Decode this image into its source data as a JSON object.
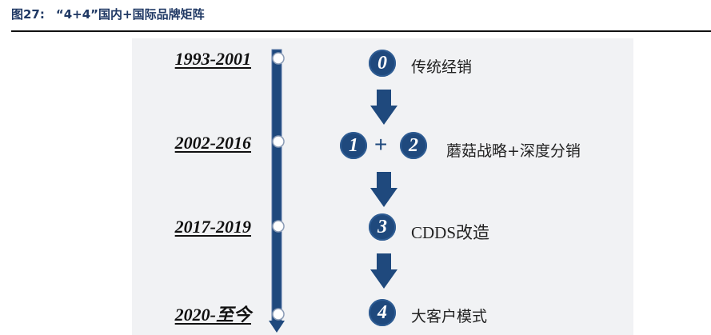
{
  "figure": {
    "number": "图27:",
    "title": "“4+4”国内+国际品牌矩阵"
  },
  "periods": [
    {
      "years": "1993-2001",
      "badges": [
        "0"
      ],
      "text": "传统经销"
    },
    {
      "years": "2002-2016",
      "badges": [
        "1",
        "2"
      ],
      "joiner": "+",
      "text": "蘑菇战略+深度分销"
    },
    {
      "years": "2017-2019",
      "badges": [
        "3"
      ],
      "text": "CDDS改造"
    },
    {
      "years": "2020-至今",
      "badges": [
        "4"
      ],
      "text": "大客户模式"
    }
  ],
  "colors": {
    "accent": "#1f497d",
    "timeline_border": "#5a78a6",
    "panel_bg": "#f1f2f4",
    "title": "#1f3864"
  }
}
